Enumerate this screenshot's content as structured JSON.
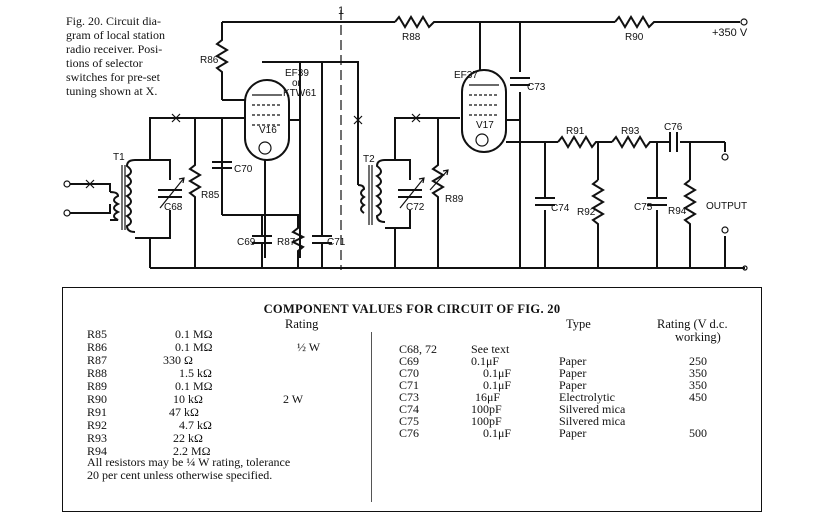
{
  "figure": {
    "caption_lines": [
      "Fig. 20.  Circuit dia-",
      "gram of local station",
      "radio receiver.  Posi-",
      "tions of selector",
      "switches for pre-set",
      "tuning shown at X."
    ]
  },
  "schematic": {
    "labels": {
      "r86": "R86",
      "r88": "R88",
      "r90": "R90",
      "supply": "+350 V",
      "v16_type": "EF39",
      "v16_or": "or",
      "v16_alt": "KTW61",
      "v16": "V16",
      "v17_type": "EF37",
      "v17": "V17",
      "t1": "T1",
      "t2": "T2",
      "c68": "C68",
      "r85": "R85",
      "c70": "C70",
      "c69": "C69",
      "r87": "R87",
      "c71": "C71",
      "c72": "C72",
      "r89": "R89",
      "c73": "C73",
      "r91": "R91",
      "r93": "R93",
      "c76": "C76",
      "c74": "C74",
      "r92": "R92",
      "c75": "C75",
      "r94": "R94",
      "output": "OUTPUT",
      "dash_marker": "1"
    }
  },
  "table": {
    "title": "COMPONENT VALUES FOR CIRCUIT OF FIG. 20",
    "left_header_rating": "Rating",
    "right_header_type": "Type",
    "right_header_rating_line1": "Rating (V d.c.",
    "right_header_rating_line2": "working)",
    "resistors": [
      {
        "ref": "R85",
        "value": "0.1 MΩ",
        "rating": ""
      },
      {
        "ref": "R86",
        "value": "0.1 MΩ",
        "rating": "½ W"
      },
      {
        "ref": "R87",
        "value": "330 Ω",
        "rating": ""
      },
      {
        "ref": "R88",
        "value": "1.5 kΩ",
        "rating": ""
      },
      {
        "ref": "R89",
        "value": "0.1 MΩ",
        "rating": ""
      },
      {
        "ref": "R90",
        "value": "10 kΩ",
        "rating": "2 W"
      },
      {
        "ref": "R91",
        "value": "47 kΩ",
        "rating": ""
      },
      {
        "ref": "R92",
        "value": "4.7 kΩ",
        "rating": ""
      },
      {
        "ref": "R93",
        "value": "22 kΩ",
        "rating": ""
      },
      {
        "ref": "R94",
        "value": "2.2 MΩ",
        "rating": ""
      }
    ],
    "note_lines": [
      "All resistors may be ¼ W rating, tolerance",
      "20 per cent unless otherwise specified."
    ],
    "capacitors": [
      {
        "ref": "C68, 72",
        "value": "See text",
        "type": "",
        "rating": ""
      },
      {
        "ref": "C69",
        "value": "0.1μF",
        "type": "Paper",
        "rating": "250"
      },
      {
        "ref": "C70",
        "value": "0.1μF",
        "type": "Paper",
        "rating": "350"
      },
      {
        "ref": "C71",
        "value": "0.1μF",
        "type": "Paper",
        "rating": "350"
      },
      {
        "ref": "C73",
        "value": "16μF",
        "type": "Electrolytic",
        "rating": "450"
      },
      {
        "ref": "C74",
        "value": "100pF",
        "type": "Silvered mica",
        "rating": ""
      },
      {
        "ref": "C75",
        "value": "100pF",
        "type": "Silvered mica",
        "rating": ""
      },
      {
        "ref": "C76",
        "value": "0.1μF",
        "type": "Paper",
        "rating": "500"
      }
    ]
  }
}
